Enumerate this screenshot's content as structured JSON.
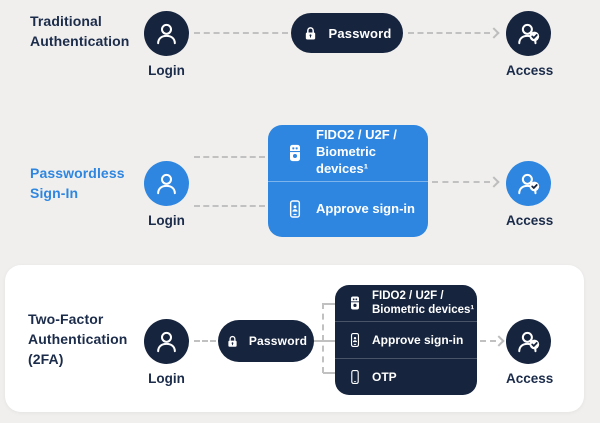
{
  "colors": {
    "navy": "#16243e",
    "blue": "#2e86e0",
    "background": "#f0efed",
    "card": "#ffffff",
    "dash_gray": "#c1c1c1",
    "text_navy": "#1b2b4a"
  },
  "icons": {
    "login": "person-icon",
    "access": "person-check-icon",
    "password": "lock-icon",
    "fido2": "security-key-icon",
    "approve": "phone-user-icon",
    "otp": "smartphone-icon"
  },
  "diagram": {
    "row1": {
      "title_line1": "Traditional",
      "title_line2": "Authentication",
      "login_label": "Login",
      "password_label": "Password",
      "access_label": "Access"
    },
    "row2": {
      "title_line1": "Passwordless",
      "title_line2": "Sign-In",
      "login_label": "Login",
      "method1_line1": "FIDO2 / U2F /",
      "method1_line2": "Biometric devices¹",
      "method2_label": "Approve sign-in",
      "access_label": "Access"
    },
    "row3": {
      "title_line1": "Two-Factor",
      "title_line2": "Authentication",
      "title_line3": "(2FA)",
      "login_label": "Login",
      "password_label": "Password",
      "method1_line1": "FIDO2 / U2F /",
      "method1_line2": "Biometric devices¹",
      "method2_label": "Approve sign-in",
      "method3_label": "OTP",
      "access_label": "Access"
    }
  }
}
